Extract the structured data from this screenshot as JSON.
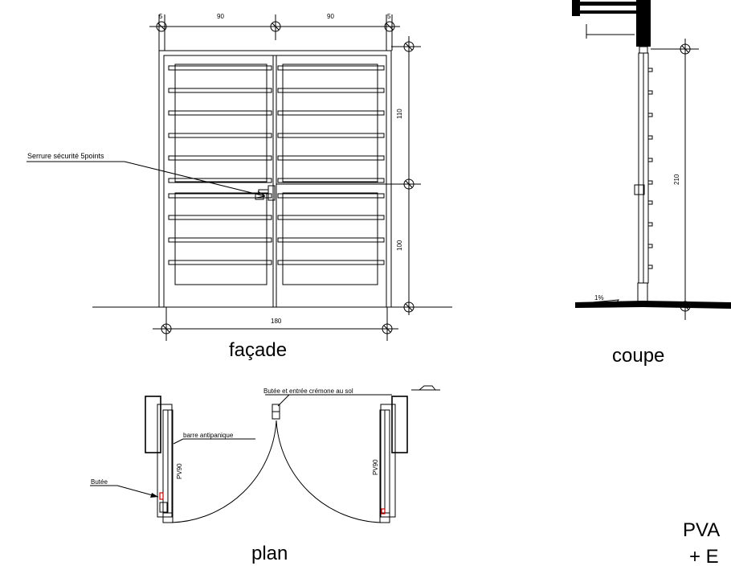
{
  "facade": {
    "title": "façade",
    "dim_top": [
      "5",
      "90",
      "90",
      "5"
    ],
    "dim_bottom": "180",
    "dim_right_upper": "110",
    "dim_right_lower": "100",
    "lock_label": "Serrure sécurité 5points"
  },
  "section": {
    "title": "coupe",
    "height_dim": "210",
    "slope": "1%"
  },
  "plan": {
    "title": "plan",
    "floor_stop_label": "Butée et entrée crémone au sol",
    "panic_bar_label": "barre antipanique",
    "stop_label": "Butée",
    "glass_left": "PV90",
    "glass_right": "PV90"
  },
  "cut_text": {
    "line1": "PVA",
    "line2": "+ E"
  },
  "colors": {
    "line": "#000000",
    "stop_marker": "#cc0000"
  }
}
